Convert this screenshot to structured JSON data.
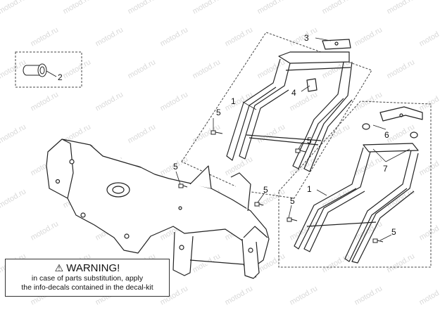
{
  "watermark": "motod.ru",
  "callouts": {
    "c1a": "1",
    "c1b": "1",
    "c2": "2",
    "c3": "3",
    "c4": "4",
    "c5a": "5",
    "c5b": "5",
    "c5c": "5",
    "c5d": "5",
    "c5e": "5",
    "c5f": "5",
    "c6": "6",
    "c7": "7"
  },
  "warning": {
    "title": "WARNING!",
    "line1": "in case of parts substitution, apply",
    "line2": "the info-decals contained in the decal-kit"
  },
  "colors": {
    "line": "#222222",
    "watermark": "#d9d9d9"
  }
}
